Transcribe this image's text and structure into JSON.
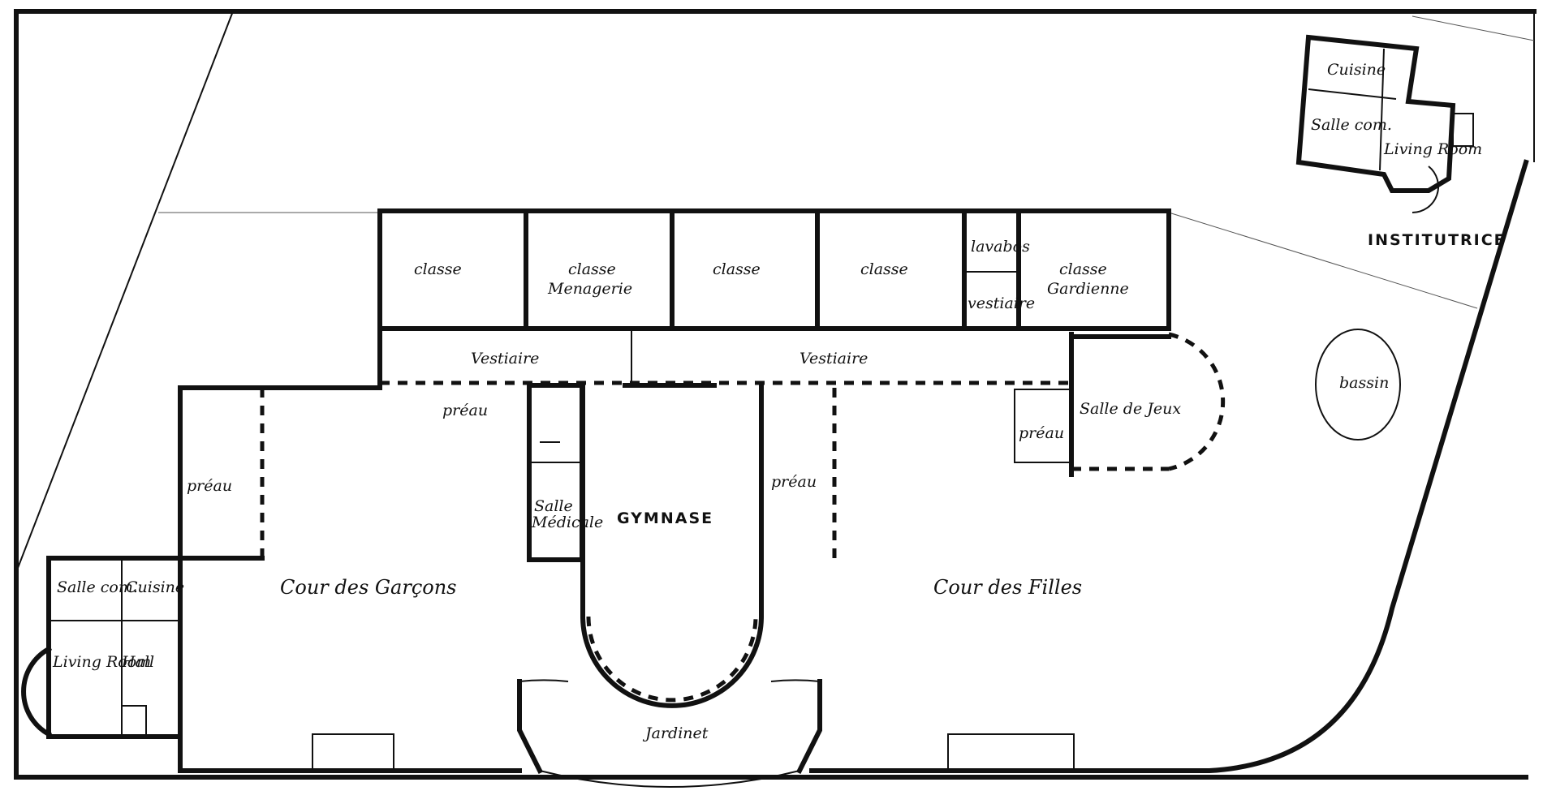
{
  "labels": {
    "classe_1": "classe",
    "classe_menagerie_1": "classe",
    "classe_menagerie_2": "Menagerie",
    "classe_3": "classe",
    "classe_4": "classe",
    "classe_gardienne_1": "classe",
    "classe_gardienne_2": "Gardienne",
    "lavabos": "lavabos",
    "vestiaire_small": "vestiaire",
    "vestiaire_left": "Vestiaire",
    "vestiaire_right": "Vestiaire",
    "salle_de_jeux": "Salle de Jeux",
    "preau_top": "préau",
    "preau_right_small": "préau",
    "preau_left": "préau",
    "preau_center": "préau",
    "gymnase": "GYMNASE",
    "salle_medicale_1": "Salle",
    "salle_medicale_2": "Médicale",
    "cour_garcons": "Cour des Garçons",
    "cour_filles": "Cour des Filles",
    "jardinet": "Jardinet",
    "institutrice": "INSTITUTRICE",
    "salle_comm_right": "Salle com.",
    "cuisine_right": "Cuisine",
    "living_room_right": "Living Room",
    "salle_comm_left": "Salle com.",
    "cuisine_left": "Cuisine",
    "living_room_left": "Living Room",
    "hall_left": "Hall",
    "basin": "bassin"
  }
}
